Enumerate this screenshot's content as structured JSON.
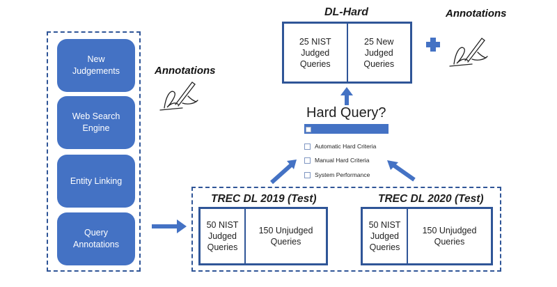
{
  "left_panel": {
    "items": [
      {
        "label": "New Judgements"
      },
      {
        "label": "Web Search Engine"
      },
      {
        "label": "Entity Linking"
      },
      {
        "label": "Query Annotations"
      }
    ]
  },
  "annotations_left": {
    "label": "Annotations"
  },
  "annotations_right": {
    "label": "Annotations"
  },
  "dl_hard": {
    "title": "DL-Hard",
    "cells": [
      "25 NIST Judged Queries",
      "25 New Judged Queries"
    ]
  },
  "hard_query": {
    "title": "Hard Query?",
    "criteria": [
      "Automatic Hard Criteria",
      "Manual Hard Criteria",
      "System Performance"
    ]
  },
  "trec_2019": {
    "title": "TREC DL 2019 (Test)",
    "cells": [
      "50 NIST Judged Queries",
      "150 Unjudged Queries"
    ]
  },
  "trec_2020": {
    "title": "TREC DL 2020 (Test)",
    "cells": [
      "50 NIST Judged Queries",
      "150 Unjudged Queries"
    ]
  },
  "icons": {
    "plus": "plus-icon",
    "pen": "pen-signature-icon",
    "arrow": "arrow-icon"
  },
  "colors": {
    "primary": "#4472c4",
    "border": "#2f5597"
  }
}
